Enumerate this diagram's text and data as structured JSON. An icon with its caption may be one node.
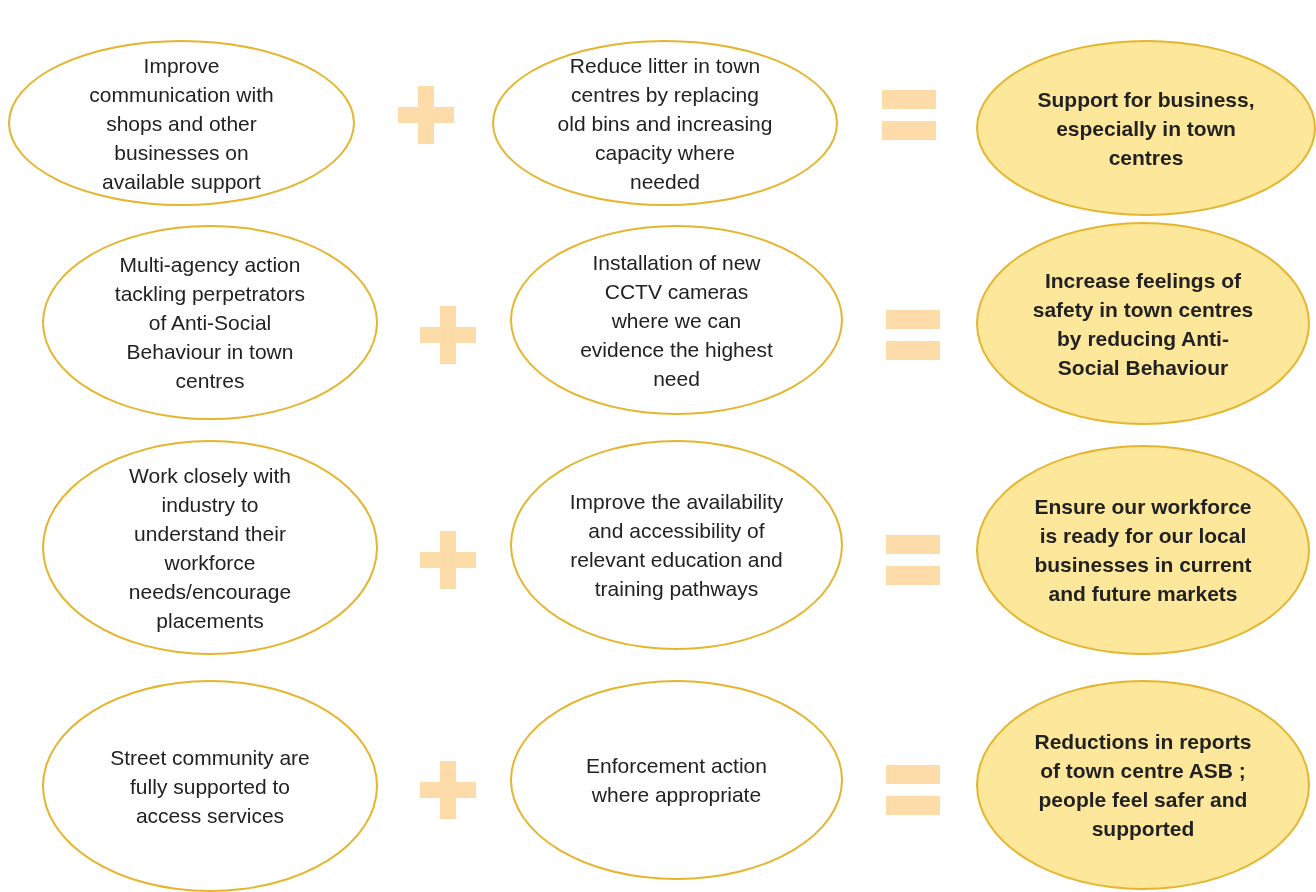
{
  "diagram": {
    "nodes": [
      {
        "text": [
          "Improve communication with shops and other businesses on available support"
        ]
      },
      {
        "text": [
          "Reduce litter in town centres by replacing old bins and increasing capacity where needed"
        ]
      },
      {
        "text": [
          "Support for business, especially in town centres"
        ]
      },
      {
        "text": [
          "Multi-agency action tackling perpetrators of Anti-Social Behaviour in town centres"
        ]
      },
      {
        "text": [
          "Installation of new CCTV cameras where we can evidence the highest need"
        ]
      },
      {
        "text": [
          "Increase feelings of safety in town centres by reducing Anti-Social Behaviour"
        ]
      },
      {
        "text": [
          "Work closely with industry to understand their workforce needs/encourage placements"
        ]
      },
      {
        "text": [
          "Improve the availability and accessibility of relevant education and training pathways"
        ]
      },
      {
        "text": [
          "Ensure our workforce is ready for our local businesses in current and future markets"
        ]
      },
      {
        "text": [
          "Street community are fully supported to access services"
        ]
      },
      {
        "text": [
          "Enforcement action where appropriate"
        ]
      },
      {
        "text": [
          "Reductions in reports of town centre ASB ; people feel safer and supported"
        ]
      }
    ]
  }
}
